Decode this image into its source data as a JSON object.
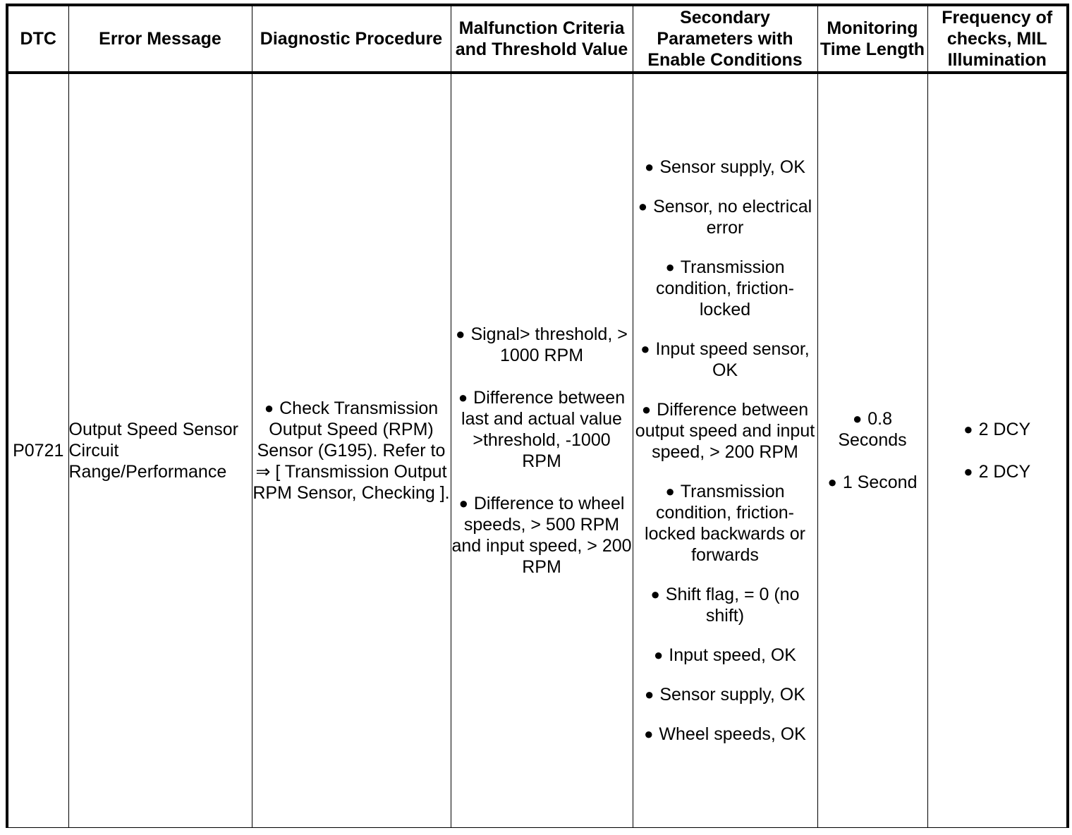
{
  "table": {
    "columns": [
      {
        "key": "dtc",
        "label": "DTC"
      },
      {
        "key": "errmsg",
        "label": "Error Message"
      },
      {
        "key": "diag",
        "label": "Diagnostic Procedure"
      },
      {
        "key": "malf",
        "label": "Malfunction Criteria and Threshold Value"
      },
      {
        "key": "sec",
        "label": "Secondary Parameters with Enable Conditions"
      },
      {
        "key": "mon",
        "label": "Monitoring Time Length"
      },
      {
        "key": "freq",
        "label": "Frequency of checks, MIL Illumination"
      }
    ],
    "rows": [
      {
        "dtc": "P0721",
        "error_message": "Output Speed Sensor Circuit Range/Performance",
        "diagnostic_procedure": [
          "Check Transmission Output Speed (RPM) Sensor (G195). Refer to ⇒ [ Transmission Output RPM Sensor, Checking ]."
        ],
        "malfunction_criteria": [
          "Signal> threshold, > 1000 RPM",
          "Difference between last and actual value >threshold, -1000 RPM",
          "Difference to wheel speeds, > 500 RPM and input speed, > 200 RPM"
        ],
        "secondary_parameters": [
          "Sensor supply, OK",
          "Sensor, no electrical error",
          "Transmission condition, friction-locked",
          "Input speed sensor, OK",
          "Difference between output speed and input speed, > 200 RPM",
          "Transmission condition, friction-locked backwards or forwards",
          "Shift flag, = 0 (no shift)",
          "Input speed, OK",
          "Sensor supply, OK",
          "Wheel speeds, OK"
        ],
        "monitoring_time_length": [
          "0.8 Seconds",
          "1 Second"
        ],
        "frequency_of_checks": [
          "2 DCY",
          "2 DCY"
        ]
      }
    ]
  },
  "glyphs": {
    "bullet": "●"
  }
}
